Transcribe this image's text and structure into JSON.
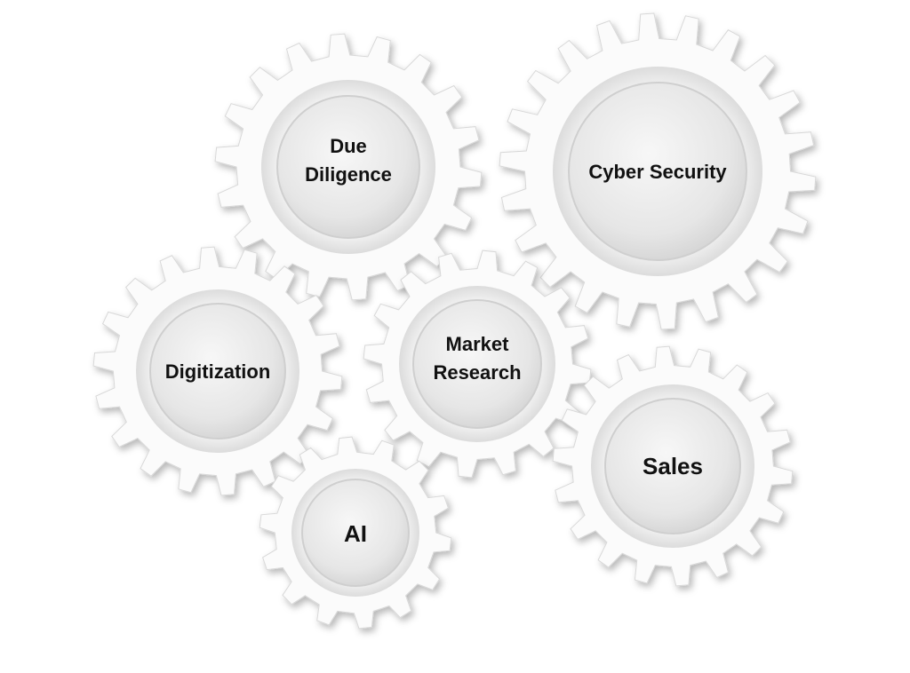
{
  "gears": [
    {
      "id": "due-diligence",
      "lines": [
        "Due",
        "Diligence"
      ]
    },
    {
      "id": "cyber-security",
      "lines": [
        "Cyber Security"
      ]
    },
    {
      "id": "digitization",
      "lines": [
        "Digitization"
      ]
    },
    {
      "id": "market-research",
      "lines": [
        "Market",
        "Research"
      ]
    },
    {
      "id": "sales",
      "lines": [
        "Sales"
      ]
    },
    {
      "id": "ai",
      "lines": [
        "AI"
      ]
    }
  ]
}
